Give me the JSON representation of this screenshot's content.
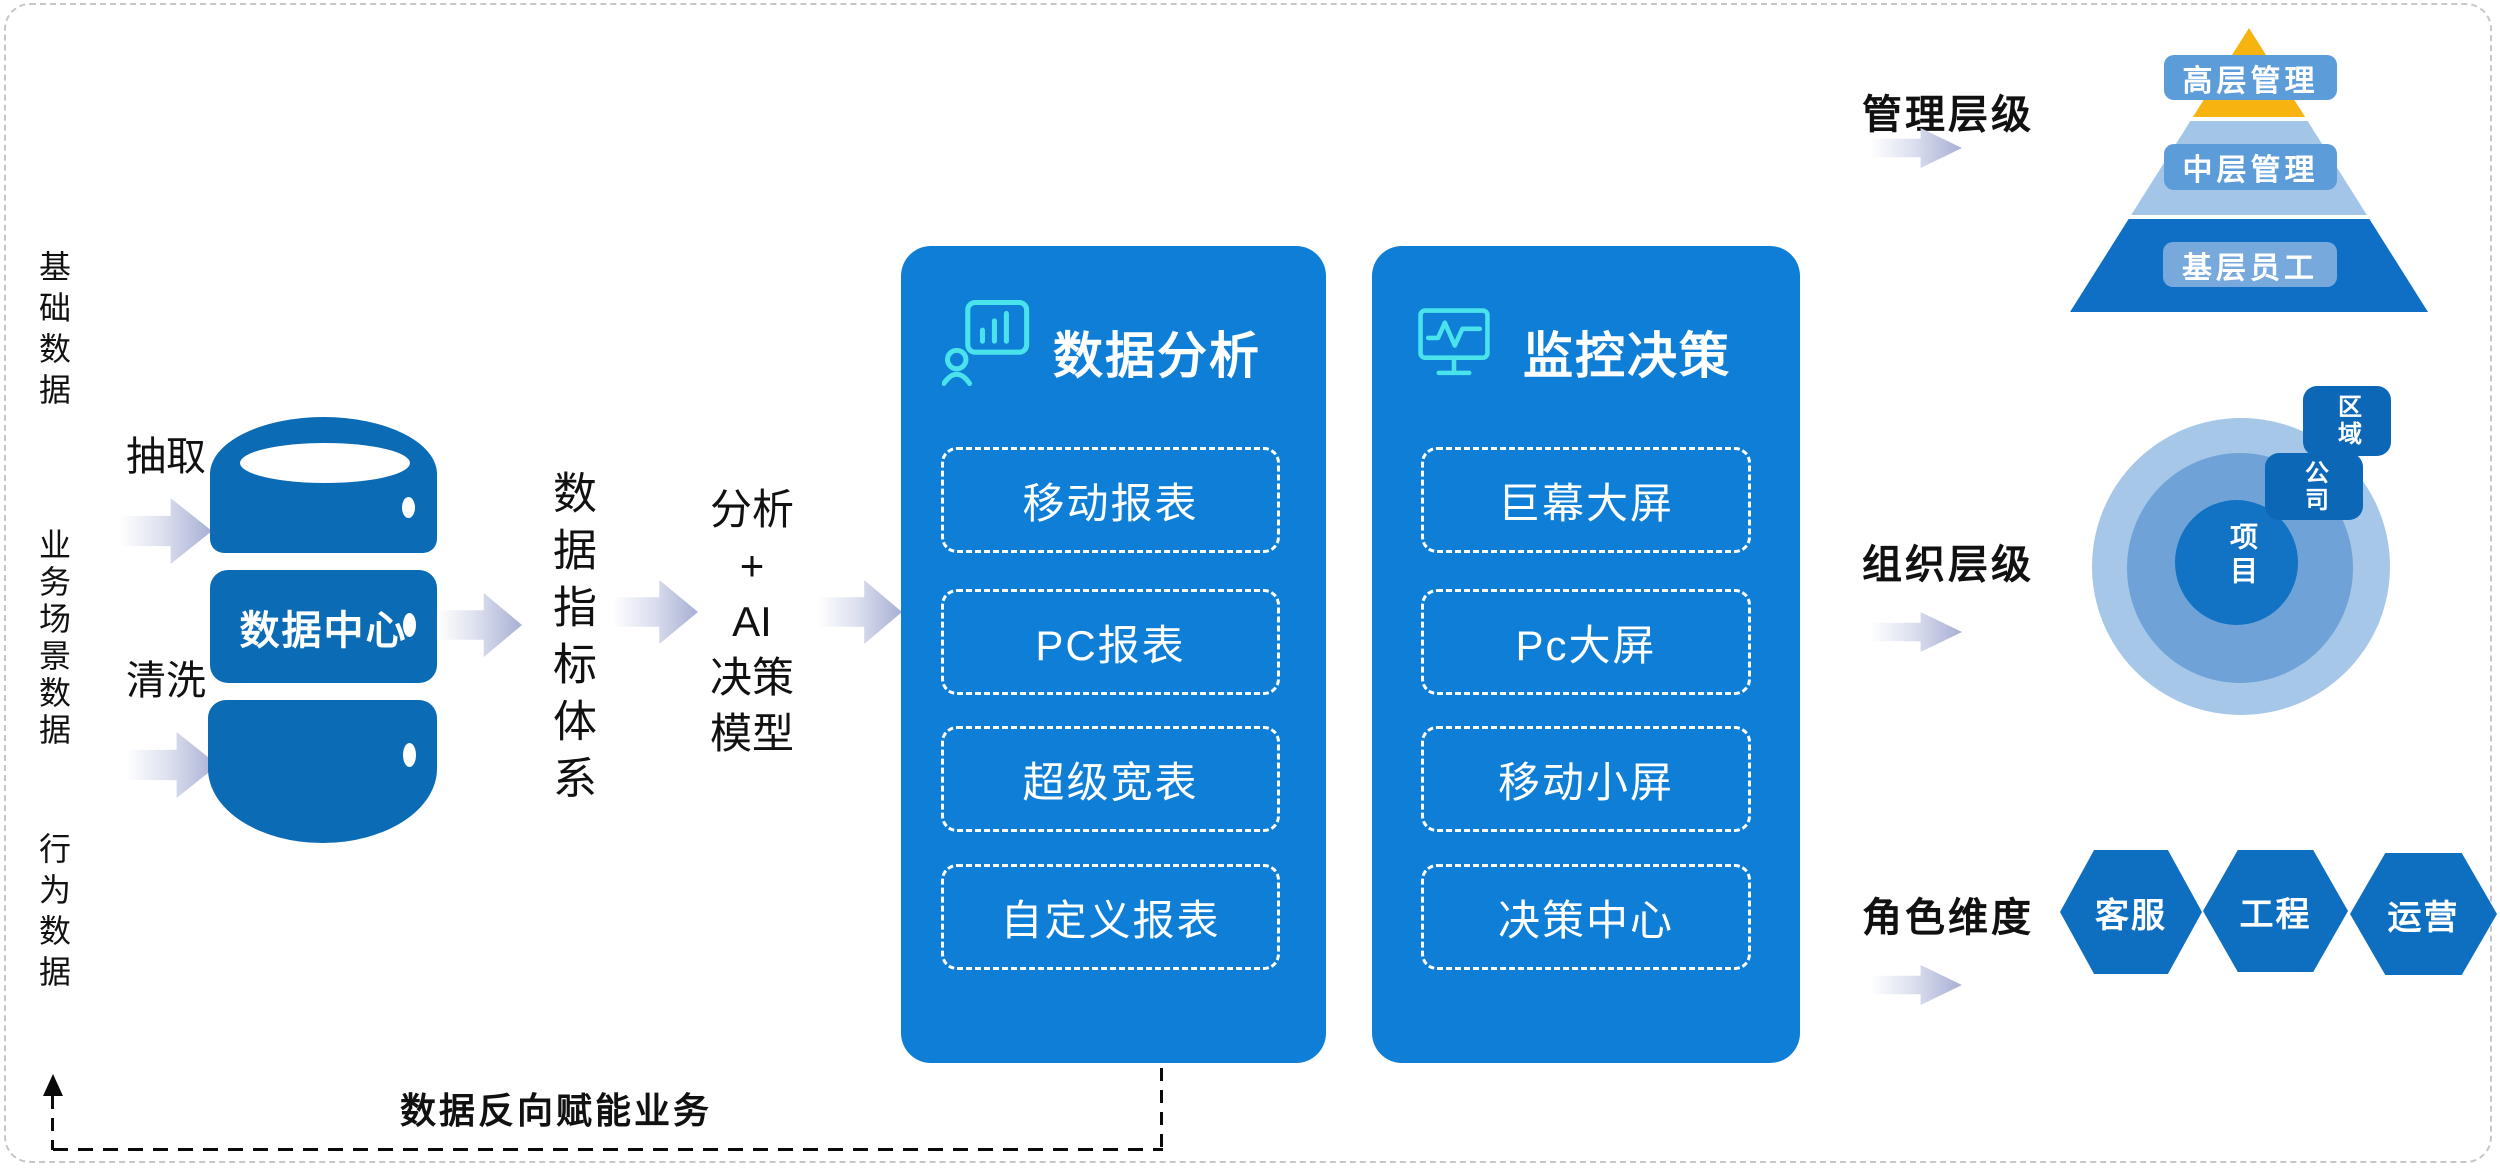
{
  "left_sources": {
    "items": [
      "基础数据",
      "业务场景数据",
      "行为数据"
    ]
  },
  "etl": {
    "extract": "抽取",
    "clean": "清洗"
  },
  "database": {
    "label": "数据中心"
  },
  "flow": {
    "index_system": "数据指标体系",
    "model": "分析\n+\nAI\n决策\n模型"
  },
  "panels": [
    {
      "title": "数据分析",
      "icon": "person-presenting-chart-icon",
      "items": [
        "移动报表",
        "PC报表",
        "超级宽表",
        "自定义报表"
      ]
    },
    {
      "title": "监控决策",
      "icon": "monitor-pulse-icon",
      "items": [
        "巨幕大屏",
        "Pc大屏",
        "移动小屏",
        "决策中心"
      ]
    }
  ],
  "dimensions": {
    "management": {
      "label": "管理层级",
      "levels": [
        "高层管理",
        "中层管理",
        "基层员工"
      ]
    },
    "organization": {
      "label": "组织层级",
      "center": "项目",
      "tags": [
        "区域",
        "公司"
      ]
    },
    "role": {
      "label": "角色维度",
      "items": [
        "客服",
        "工程",
        "运营"
      ]
    }
  },
  "feedback": {
    "label": "数据反向赋能业务"
  },
  "colors": {
    "panel_blue": "#0e7ed6",
    "database_blue": "#0b6bb4",
    "icon_cyan": "#4ae3eb",
    "pyramid_gold": "#f7b411",
    "band_light_blue": "#a3c6e8",
    "band_deep_blue": "#0f6fc5",
    "chip_blue": "#5c9cd9",
    "chip_light_blue": "#78a9dc",
    "ring_outer": "#a7c7e9",
    "ring_middle": "#6fa3d8",
    "ring_inner": "#1272c3",
    "tag_blue": "#0d67b7",
    "hex_blue": "#0e6fc0",
    "arrow_gradient_end": "#a7afd4"
  }
}
